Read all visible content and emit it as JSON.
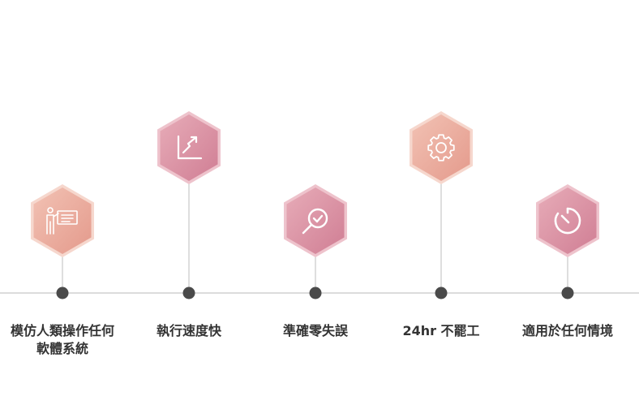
{
  "colors": {
    "axis_line": "#c8c8c8",
    "connector": "#c8c8c8",
    "dot": "#4a4a4a",
    "icon_stroke": "#ffffff",
    "label_text": "#333333"
  },
  "steps": [
    {
      "label": "模仿人類操作任何軟體系統",
      "icon": "presenter-board-icon",
      "hex_top": "#f2c2b4",
      "hex_bottom": "#e49a8c",
      "hex_border": "#f6d7cd"
    },
    {
      "label": "執行速度快",
      "icon": "trend-chart-icon",
      "hex_top": "#e7acb8",
      "hex_bottom": "#d07e94",
      "hex_border": "#eec3cc"
    },
    {
      "label": "準確零失誤",
      "icon": "magnifier-check-icon",
      "hex_top": "#e7acb8",
      "hex_bottom": "#d07e94",
      "hex_border": "#eec3cc"
    },
    {
      "label": "24hr 不罷工",
      "icon": "gear-icon",
      "hex_top": "#f2c2b4",
      "hex_bottom": "#e49a8c",
      "hex_border": "#f6d7cd"
    },
    {
      "label": "適用於任何情境",
      "icon": "timer-icon",
      "hex_top": "#e7acb8",
      "hex_bottom": "#d07e94",
      "hex_border": "#eec3cc"
    }
  ]
}
